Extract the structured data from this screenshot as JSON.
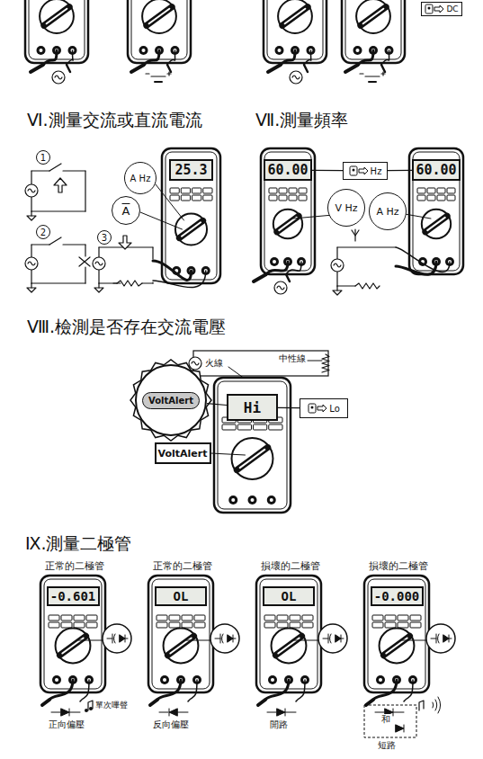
{
  "diagram": {
    "nodes": [
      {
        "text": [
          "DC"
        ]
      },
      {
        "text": [
          "1"
        ]
      },
      {
        "text": [
          "2"
        ]
      },
      {
        "text": [
          "3"
        ]
      },
      {
        "text": [
          "25.3"
        ]
      },
      {
        "text": [
          "A Hz"
        ]
      },
      {
        "text": [
          "A"
        ]
      },
      {
        "text": [
          "60.00"
        ]
      },
      {
        "text": [
          "Hz"
        ]
      },
      {
        "text": [
          "60.00"
        ]
      },
      {
        "text": [
          "V Hz"
        ]
      },
      {
        "text": [
          "A Hz"
        ]
      },
      {
        "text": [
          "VoltAlert"
        ]
      },
      {
        "text": [
          "Hi"
        ]
      },
      {
        "text": [
          "Lo"
        ]
      },
      {
        "text": [
          "VoltAlert"
        ]
      },
      {
        "text": [
          "-0.601"
        ]
      },
      {
        "text": [
          "OL"
        ]
      },
      {
        "text": [
          "OL"
        ]
      },
      {
        "text": [
          "-0.000"
        ]
      }
    ],
    "edges": [
      {
        "from": 8,
        "to": 7,
        "arrow": "none"
      },
      {
        "from": 8,
        "to": 9,
        "arrow": "none"
      },
      {
        "from": 12,
        "to": 13,
        "arrow": "none"
      },
      {
        "from": 14,
        "to": 13,
        "arrow": "none"
      }
    ],
    "labels": [
      "Ⅵ.測量交流或直流電流",
      "Ⅶ.測量頻率",
      "Ⅷ.檢測是否存在交流電壓",
      "火線",
      "中性線",
      "Ⅸ.測量二極管",
      "正常的二極管",
      "正常的二極管",
      "損壞的二極管",
      "損壞的二極管",
      "單次嗶聲",
      "正向偏壓",
      "反向偏壓",
      "開路",
      "和",
      "短路"
    ]
  }
}
